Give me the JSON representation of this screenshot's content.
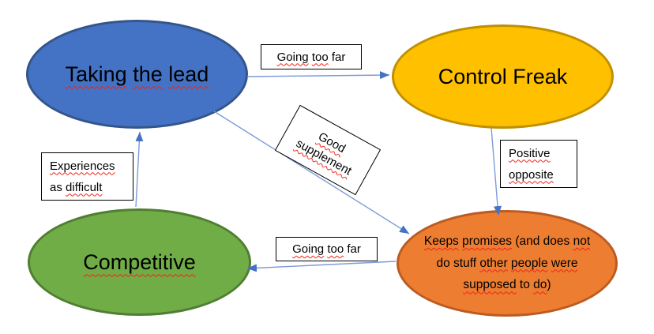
{
  "colors": {
    "canvas_bg": "#ffffff",
    "node_blue": {
      "fill": "#4472C4",
      "stroke": "#34558B"
    },
    "node_gold": {
      "fill": "#FFC000",
      "stroke": "#BF9000"
    },
    "node_green": {
      "fill": "#70AD47",
      "stroke": "#507E32"
    },
    "node_orange": {
      "fill": "#ED7D31",
      "stroke": "#BC5B21"
    },
    "arrow_line": "#7D9BD8",
    "arrow_head": "#4472C4",
    "label_box_bg": "#ffffff",
    "label_box_border": "#000000",
    "squiggle": "#f02418",
    "text": "#000000"
  },
  "nodes": {
    "taking_the_lead": {
      "label": "Taking the lead",
      "parts": [
        {
          "t": "Taking",
          "sq": true
        },
        {
          "t": " "
        },
        {
          "t": "the",
          "sq": true
        },
        {
          "t": " "
        },
        {
          "t": "lead",
          "sq": true
        }
      ]
    },
    "control_freak": {
      "label": "Control Freak",
      "parts": [
        {
          "t": "Control Freak"
        }
      ]
    },
    "competitive": {
      "label": "Competitive",
      "parts": [
        {
          "t": "Competitive",
          "sq": true
        }
      ]
    },
    "keeps_promises": {
      "label": "Keeps promises (and does not do stuff other people were supposed to do)",
      "parts": [
        {
          "t": "Keeps",
          "sq": true
        },
        {
          "t": " "
        },
        {
          "t": "promises",
          "sq": true
        },
        {
          "t": " (and does "
        },
        {
          "t": "not",
          "sq": true
        },
        {
          "brk": true
        },
        {
          "t": "do stuff "
        },
        {
          "t": "other",
          "sq": true
        },
        {
          "t": " "
        },
        {
          "t": "people",
          "sq": true
        },
        {
          "t": " "
        },
        {
          "t": "were",
          "sq": true
        },
        {
          "brk": true
        },
        {
          "t": "supposed",
          "sq": true
        },
        {
          "t": " to "
        },
        {
          "t": "do",
          "sq": true
        },
        {
          "t": ")"
        }
      ]
    }
  },
  "edge_labels": {
    "going_too_far_top": {
      "label": "Going too far",
      "parts": [
        {
          "t": "Going",
          "sq": true
        },
        {
          "t": " "
        },
        {
          "t": "too",
          "sq": true
        },
        {
          "t": " far"
        }
      ]
    },
    "good_supplement": {
      "label": "Good supplement",
      "parts": [
        {
          "t": "Good",
          "sq": true
        },
        {
          "brk": true
        },
        {
          "t": "supplement",
          "sq": true
        }
      ]
    },
    "positive_opposite": {
      "label": "Positive opposite",
      "parts": [
        {
          "t": "Positive",
          "sq": true
        },
        {
          "brk": true
        },
        {
          "t": "opposite",
          "sq": true
        }
      ]
    },
    "experiences_as_difficult": {
      "label": "Experiences as difficult",
      "parts": [
        {
          "t": "Experiences",
          "sq": true
        },
        {
          "brk": true
        },
        {
          "t": "as "
        },
        {
          "t": "difficult",
          "sq": true
        }
      ]
    },
    "going_too_far_bottom": {
      "label": "Going too far",
      "parts": [
        {
          "t": "Going",
          "sq": true
        },
        {
          "t": " "
        },
        {
          "t": "too",
          "sq": true
        },
        {
          "t": " far"
        }
      ]
    }
  },
  "edges": [
    {
      "from": "taking_the_lead",
      "to": "control_freak",
      "label": "Going too far"
    },
    {
      "from": "taking_the_lead",
      "to": "keeps_promises",
      "label": "Good supplement"
    },
    {
      "from": "control_freak",
      "to": "keeps_promises",
      "label": "Positive opposite"
    },
    {
      "from": "keeps_promises",
      "to": "competitive",
      "label": "Going too far"
    },
    {
      "from": "competitive",
      "to": "taking_the_lead",
      "label": "Experiences as difficult"
    }
  ]
}
